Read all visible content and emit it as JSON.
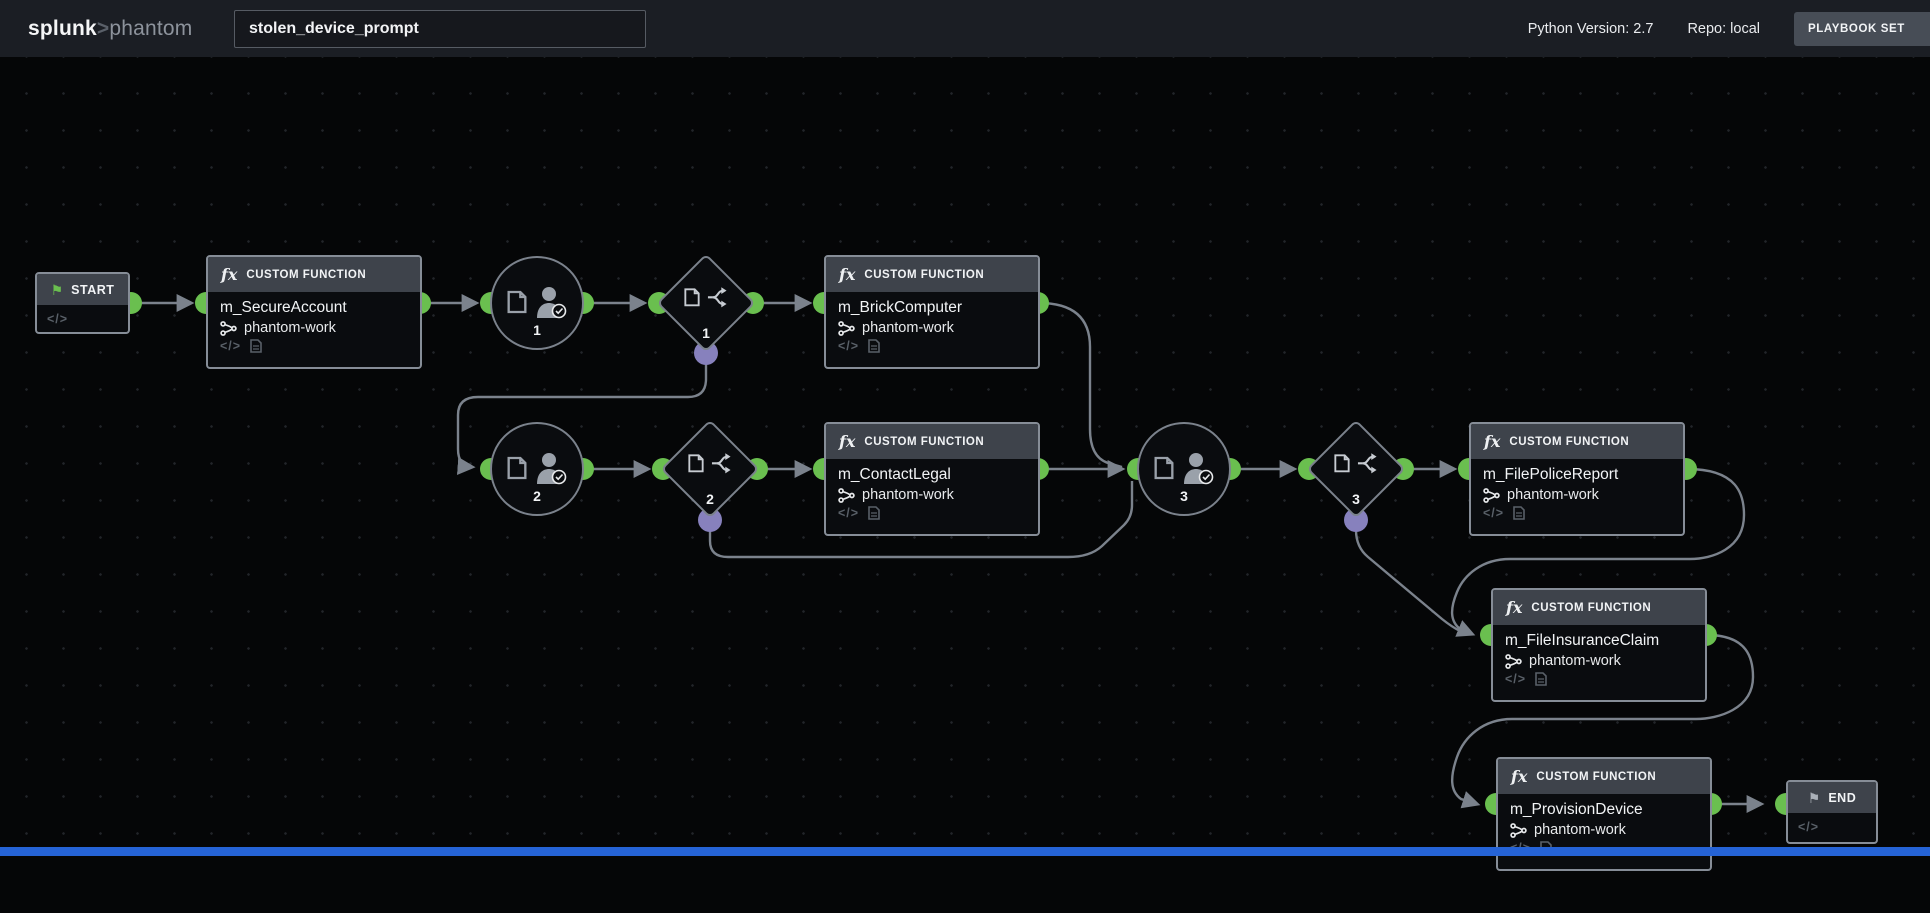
{
  "topbar": {
    "logo_splunk": "splunk",
    "logo_gt": ">",
    "logo_phantom": "phantom",
    "playbook_name": "stolen_device_prompt",
    "python_version": "Python Version: 2.7",
    "repo": "Repo: local",
    "playbook_settings_button": "PLAYBOOK SET"
  },
  "canvas": {
    "start_node": {
      "label": "START",
      "code_icon": "</>"
    },
    "end_node": {
      "label": "END",
      "code_icon": "</>"
    },
    "custom_function_header": "CUSTOM FUNCTION",
    "fx_glyph": "fx",
    "code_icon": "</>",
    "custom_functions": [
      {
        "name": "m_SecureAccount",
        "repo": "phantom-work"
      },
      {
        "name": "m_BrickComputer",
        "repo": "phantom-work"
      },
      {
        "name": "m_ContactLegal",
        "repo": "phantom-work"
      },
      {
        "name": "m_FilePoliceReport",
        "repo": "phantom-work"
      },
      {
        "name": "m_FileInsuranceClaim",
        "repo": "phantom-work"
      },
      {
        "name": "m_ProvisionDevice",
        "repo": "phantom-work"
      }
    ],
    "prompts": [
      {
        "number": "1"
      },
      {
        "number": "2"
      },
      {
        "number": "3"
      }
    ],
    "decisions": [
      {
        "number": "1"
      },
      {
        "number": "2"
      },
      {
        "number": "3"
      }
    ],
    "colors": {
      "connector_green": "#6abf4f",
      "connector_purple": "#8781bd",
      "edge_gray": "#7b828c",
      "node_header": "#3e434b",
      "canvas_bg": "#050607",
      "topbar_bg": "#1b1e24",
      "bottom_strip_blue": "#2563d6"
    }
  }
}
